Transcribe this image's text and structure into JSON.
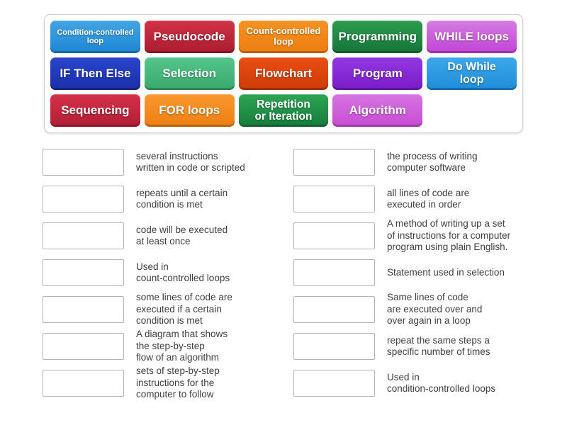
{
  "word_bank": {
    "tiles": [
      {
        "label": "Condition-controlled\nloop",
        "color_top": "#44a5e4",
        "color_bottom": "#1d86d2"
      },
      {
        "label": "Pseudocode",
        "color_top": "#d13247",
        "color_bottom": "#ab1c2e"
      },
      {
        "label": "Count-controlled\nloop",
        "color_top": "#f59322",
        "color_bottom": "#ee7d10"
      },
      {
        "label": "Programming",
        "color_top": "#2e9c50",
        "color_bottom": "#147537"
      },
      {
        "label": "WHILE loops",
        "color_top": "#d47ce2",
        "color_bottom": "#c243d6"
      },
      {
        "label": "IF Then Else",
        "color_top": "#2946cf",
        "color_bottom": "#1c2ea6"
      },
      {
        "label": "Selection",
        "color_top": "#55c68c",
        "color_bottom": "#3aa86b"
      },
      {
        "label": "Flowchart",
        "color_top": "#e94e13",
        "color_bottom": "#cf3a05"
      },
      {
        "label": "Program",
        "color_top": "#9238e2",
        "color_bottom": "#7a1bc8"
      },
      {
        "label": "Do While\nloop",
        "color_top": "#3ea8ec",
        "color_bottom": "#1e8cd8"
      },
      {
        "label": "Sequencing",
        "color_top": "#d43049",
        "color_bottom": "#b21f34"
      },
      {
        "label": "FOR loops",
        "color_top": "#f8982e",
        "color_bottom": "#ee7f12"
      },
      {
        "label": "Repetition\nor Iteration",
        "color_top": "#2ea554",
        "color_bottom": "#167c3c"
      },
      {
        "label": "Algorithm",
        "color_top": "#d673e0",
        "color_bottom": "#c74cd4"
      }
    ]
  },
  "match_list": {
    "left": [
      {
        "text": "several instructions\nwritten in code or scripted"
      },
      {
        "text": "repeats until a certain\ncondition is met"
      },
      {
        "text": "code will be executed\nat least once"
      },
      {
        "text": "Used in\ncount-controlled loops"
      },
      {
        "text": "some lines of code are\nexecuted if a certain\ncondition is met"
      },
      {
        "text": "A diagram that shows\nthe step-by-step\nflow of an algorithm"
      },
      {
        "text": "sets of step-by-step\ninstructions for the\ncomputer to follow"
      }
    ],
    "right": [
      {
        "text": "the process of writing\ncomputer software"
      },
      {
        "text": "all lines of code are\nexecuted in order"
      },
      {
        "text": "A method of writing up a set\nof instructions for a computer\nprogram using plain English."
      },
      {
        "text": "Statement used in selection"
      },
      {
        "text": "Same lines of code\nare executed over and\nover again in a loop"
      },
      {
        "text": "repeat the same steps a\nspecific number of times"
      },
      {
        "text": "Used in\ncondition-controlled loops"
      }
    ]
  }
}
